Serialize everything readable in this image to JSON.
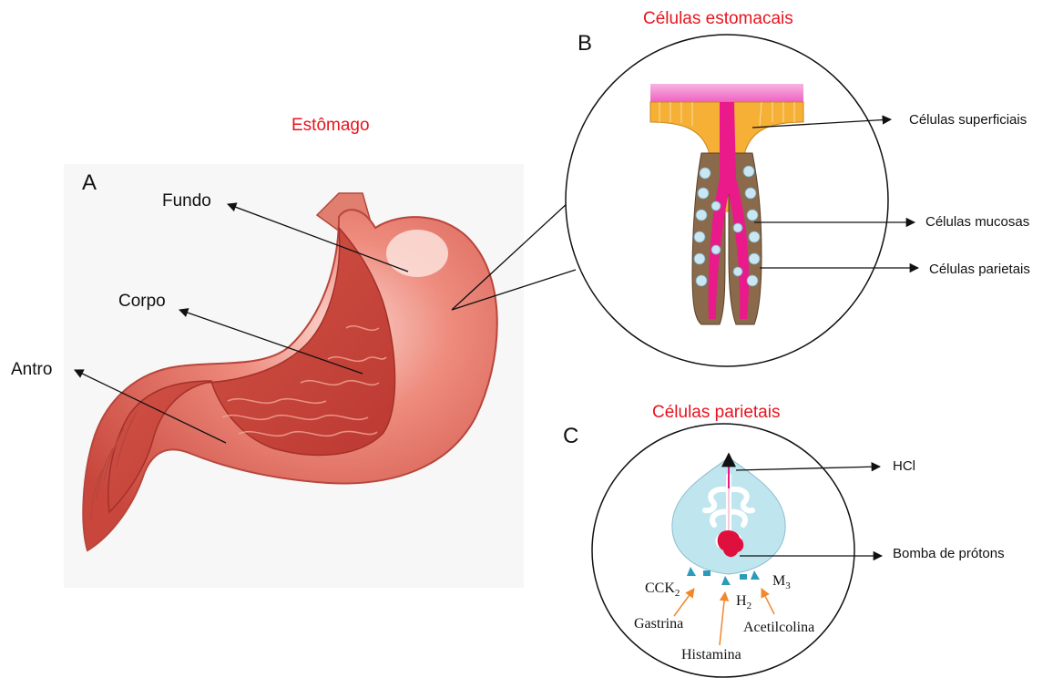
{
  "colors": {
    "accent_red": "#e8141e",
    "arrow": "#111111",
    "receptor_arrow": "#f0892e",
    "mucosa_pink": "#e8188a",
    "parietal_cell_fill": "#bfe6ee",
    "stomach_wall": "#e46a5d"
  },
  "panel_a": {
    "letter": "A",
    "title": "Estômago",
    "labels": {
      "fundo": "Fundo",
      "corpo": "Corpo",
      "antro": "Antro"
    }
  },
  "panel_b": {
    "letter": "B",
    "title": "Células estomacais",
    "labels": {
      "superficiais": "Células superficiais",
      "mucosas": "Células mucosas",
      "parietais": "Células parietais"
    }
  },
  "panel_c": {
    "letter": "C",
    "title": "Células parietais",
    "labels": {
      "hcl": "HCl",
      "bomba": "Bomba de prótons"
    },
    "receptors": {
      "cck": {
        "base": "CCK",
        "sub": "2"
      },
      "h": {
        "base": "H",
        "sub": "2"
      },
      "m": {
        "base": "M",
        "sub": "3"
      }
    },
    "agonists": {
      "gastrina": "Gastrina",
      "histamina": "Histamina",
      "acetilcolina": "Acetilcolina"
    }
  }
}
